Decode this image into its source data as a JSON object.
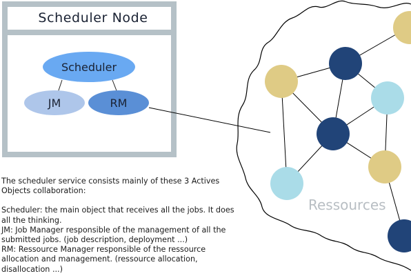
{
  "scheduler_node": {
    "title": "Scheduler Node",
    "components": {
      "scheduler": "Scheduler",
      "jm": "JM",
      "rm": "RM"
    }
  },
  "resources": {
    "label": "Ressources"
  },
  "colors": {
    "frame": "#b5c1c7",
    "scheduler_fill": "#69a9f2",
    "jm_fill": "#aec6ea",
    "rm_fill": "#5a8fd6",
    "node_gold": "#dfcb85",
    "node_light_blue": "#aadce8",
    "node_navy": "#214478",
    "resources_label": "#b8bec3"
  },
  "description": {
    "intro": "The scheduler service consists mainly of these 3 Actives Objects collaboration:",
    "items": [
      "Scheduler: the main object that receives all the jobs. It does all the thinking.",
      "JM: Job Manager responsible of the management  of all the submitted jobs. (job description, deployment ...)",
      "RM: Ressource Manager responsible of the ressource allocation and management. (ressource allocation, disallocation ...)"
    ]
  }
}
